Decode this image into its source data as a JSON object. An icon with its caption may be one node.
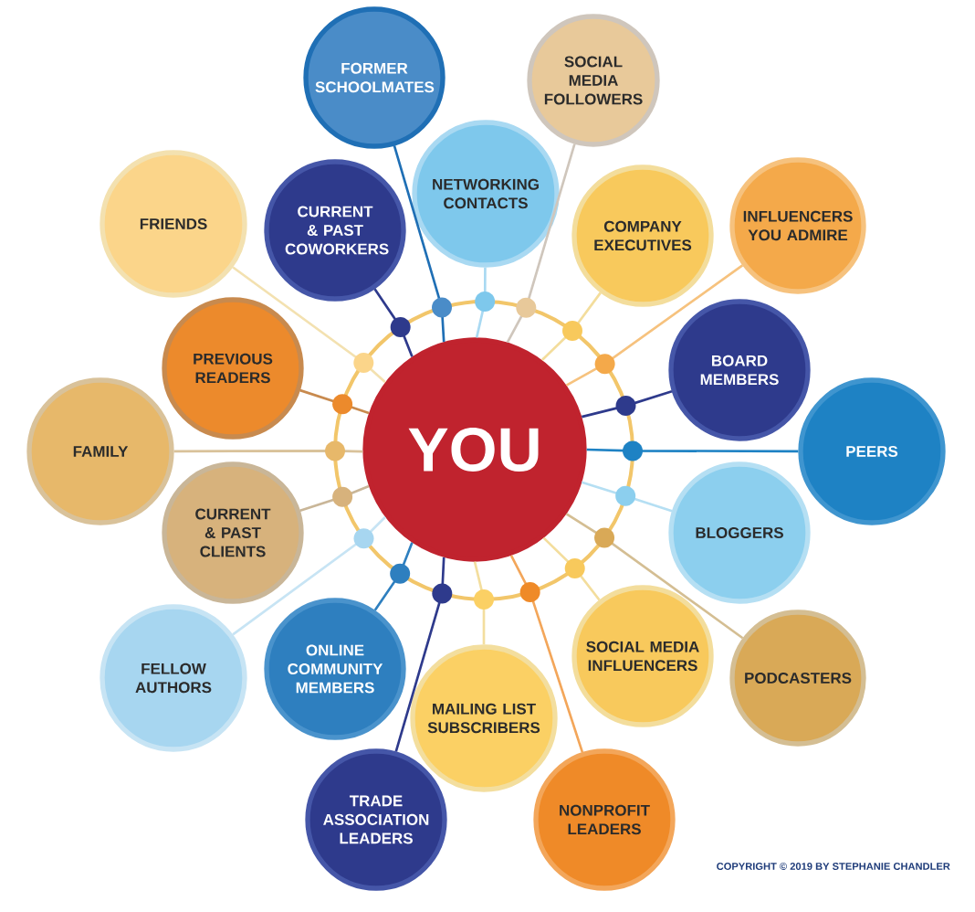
{
  "diagram": {
    "nodes": [
      {
        "text": [
          "YOU"
        ]
      },
      {
        "text": [
          "FORMER SCHOOLMATES"
        ]
      },
      {
        "text": [
          "SOCIAL MEDIA FOLLOWERS"
        ]
      },
      {
        "text": [
          "NETWORKING CONTACTS"
        ]
      },
      {
        "text": [
          "FRIENDS"
        ]
      },
      {
        "text": [
          "CURRENT & PAST COWORKERS"
        ]
      },
      {
        "text": [
          "COMPANY EXECUTIVES"
        ]
      },
      {
        "text": [
          "INFLUENCERS YOU ADMIRE"
        ]
      },
      {
        "text": [
          "PREVIOUS READERS"
        ]
      },
      {
        "text": [
          "BOARD MEMBERS"
        ]
      },
      {
        "text": [
          "FAMILY"
        ]
      },
      {
        "text": [
          "PEERS"
        ]
      },
      {
        "text": [
          "CURRENT & PAST CLIENTS"
        ]
      },
      {
        "text": [
          "BLOGGERS"
        ]
      },
      {
        "text": [
          "FELLOW AUTHORS"
        ]
      },
      {
        "text": [
          "ONLINE COMMUNITY MEMBERS"
        ]
      },
      {
        "text": [
          "SOCIAL MEDIA INFLUENCERS"
        ]
      },
      {
        "text": [
          "PODCASTERS"
        ]
      },
      {
        "text": [
          "MAILING LIST SUBSCRIBERS"
        ]
      },
      {
        "text": [
          "TRADE ASSOCIATION LEADERS"
        ]
      },
      {
        "text": [
          "NONPROFIT LEADERS"
        ]
      }
    ],
    "edges": [
      {
        "from": 0,
        "to": 1,
        "arrow": "none",
        "color": "#1f6fb5"
      },
      {
        "from": 0,
        "to": 2,
        "arrow": "none",
        "color": "#cfc6bc"
      },
      {
        "from": 0,
        "to": 3,
        "arrow": "none",
        "color": "#a9d9f2"
      },
      {
        "from": 0,
        "to": 4,
        "arrow": "none",
        "color": "#f3e1b0"
      },
      {
        "from": 0,
        "to": 5,
        "arrow": "none",
        "color": "#2e3a8c"
      },
      {
        "from": 0,
        "to": 6,
        "arrow": "none",
        "color": "#f3dd9c"
      },
      {
        "from": 0,
        "to": 7,
        "arrow": "none",
        "color": "#f6c27e"
      },
      {
        "from": 0,
        "to": 8,
        "arrow": "none",
        "color": "#c88a4e"
      },
      {
        "from": 0,
        "to": 9,
        "arrow": "none",
        "color": "#2e3a8c"
      },
      {
        "from": 0,
        "to": 10,
        "arrow": "none",
        "color": "#d9c29a"
      },
      {
        "from": 0,
        "to": 11,
        "arrow": "none",
        "color": "#1e82c4"
      },
      {
        "from": 0,
        "to": 12,
        "arrow": "none",
        "color": "#c9b698"
      },
      {
        "from": 0,
        "to": 13,
        "arrow": "none",
        "color": "#b5dff3"
      },
      {
        "from": 0,
        "to": 14,
        "arrow": "none",
        "color": "#c7e4f4"
      },
      {
        "from": 0,
        "to": 15,
        "arrow": "none",
        "color": "#2e7fbf"
      },
      {
        "from": 0,
        "to": 16,
        "arrow": "none",
        "color": "#f3dd9c"
      },
      {
        "from": 0,
        "to": 17,
        "arrow": "none",
        "color": "#d4be93"
      },
      {
        "from": 0,
        "to": 18,
        "arrow": "none",
        "color": "#f3de9e"
      },
      {
        "from": 0,
        "to": 19,
        "arrow": "none",
        "color": "#2e3a8c"
      },
      {
        "from": 0,
        "to": 20,
        "arrow": "none",
        "color": "#f3a65a"
      }
    ],
    "labels": [
      "COPYRIGHT © 2019 BY STEPHANIE CHANDLER"
    ]
  }
}
